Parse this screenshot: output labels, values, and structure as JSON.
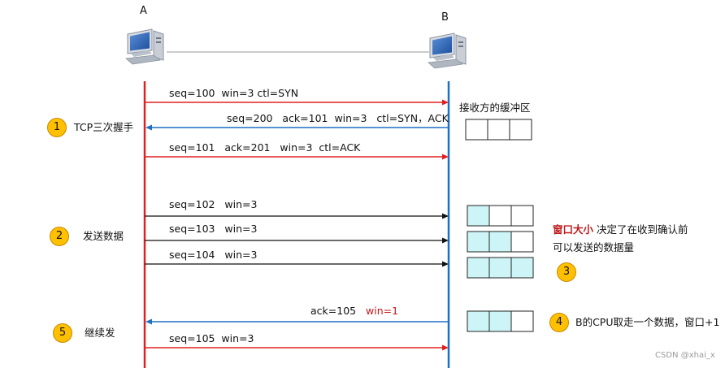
{
  "hosts": {
    "a": "A",
    "b": "B"
  },
  "receiver_buffer_label": "接收方的缓冲区",
  "phases": [
    {
      "num": "1",
      "label": "TCP三次握手"
    },
    {
      "num": "2",
      "label": "发送数据"
    },
    {
      "num": "3",
      "label": ""
    },
    {
      "num": "4",
      "label": "B的CPU取走一个数据，窗口+1"
    },
    {
      "num": "5",
      "label": "继续发"
    }
  ],
  "messages": [
    {
      "text": "seq=100  win=3 ctl=SYN"
    },
    {
      "text": "seq=200   ack=101  win=3   ctl=SYN，ACK"
    },
    {
      "text": "seq=101   ack=201   win=3  ctl=ACK"
    },
    {
      "text": "seq=102   win=3"
    },
    {
      "text": "seq=103   win=3"
    },
    {
      "text": "seq=104   win=3"
    },
    {
      "text_main": "ack=105",
      "text_highlight": "win=1"
    },
    {
      "text": "seq=105  win=3"
    }
  ],
  "note": {
    "highlight": "窗口大小",
    "line1_rest": " 决定了在收到确认前",
    "line2": "可以发送的数据量"
  },
  "buffers": [
    {
      "filled": [
        false,
        false,
        false
      ]
    },
    {
      "filled": [
        true,
        false,
        false
      ]
    },
    {
      "filled": [
        true,
        true,
        false
      ]
    },
    {
      "filled": [
        true,
        true,
        true
      ]
    },
    {
      "filled": [
        true,
        true,
        false
      ]
    }
  ],
  "watermark": "CSDN @xhai_x",
  "colors": {
    "host_a_line": "#e02020",
    "host_b_line": "#1f6fc4",
    "arrow_red": "#e02020",
    "arrow_blue": "#1f6fc4",
    "arrow_black": "#111111",
    "buffer_fill": "#cdf5f7",
    "badge": "#ffc000",
    "highlight_text": "#c0191b"
  }
}
